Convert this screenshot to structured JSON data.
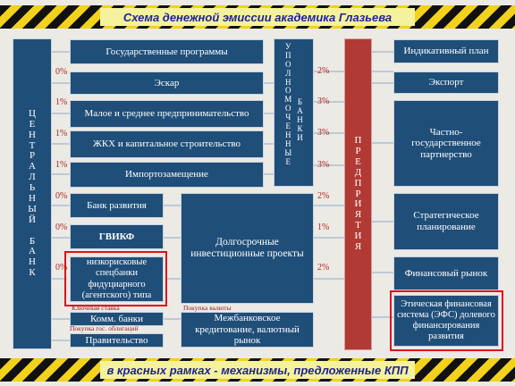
{
  "header": {
    "title": "Схема денежной эмиссии академика Глазьева"
  },
  "footer": {
    "title": "в красных рамках - механизмы, предложенные КПП"
  },
  "central_bank": {
    "label": "ЦЕНТРАЛЬНЫЙ БАНК"
  },
  "middle_programs": [
    {
      "label": "Государственные программы",
      "pct": ""
    },
    {
      "label": "Эскар",
      "pct": "0%"
    },
    {
      "label": "Малое и среднее предпринимательство",
      "pct": "1%"
    },
    {
      "label": "ЖКХ и капитальное строительство",
      "pct": "1%"
    },
    {
      "label": "Импортозамещение",
      "pct": "1%"
    }
  ],
  "authorized_banks": {
    "col1": "УПОЛНОМОЧЕННЫЕ",
    "col2": "БАНКИ"
  },
  "banks_pct": [
    "2%",
    "3%",
    "3%",
    "3%"
  ],
  "enterprises": {
    "label": "ПРЕДПРИЯТИЯ"
  },
  "dev_bank": {
    "label": "Банк развития",
    "pct": "0%"
  },
  "gvikf": {
    "label": "ГВИКФ",
    "pct": "0%"
  },
  "special_banks": {
    "label": "низкорисковые спецбанки фидуциарного (агентского) типа",
    "pct": "0%"
  },
  "long_projects": {
    "label": "Долгосрочные инвестиционные проекты",
    "pct": [
      "2%",
      "1%",
      "2%"
    ]
  },
  "small_labels": {
    "key_rate": "Ключевая ставка",
    "currency_purchase": "Покупка валюты",
    "gov_bonds": "Покупка гос. облигаций"
  },
  "comm_banks": {
    "label": "Комм. банки"
  },
  "government": {
    "label": "Правительство"
  },
  "interbank": {
    "label": "Межбанковское кредитование, валютный рынок"
  },
  "right_column": [
    {
      "label": "Индикативный план"
    },
    {
      "label": "Экспорт"
    },
    {
      "label": "Частно-государственное партнерство"
    },
    {
      "label": "Стратегическое планирование"
    },
    {
      "label": "Финансовый рынок"
    },
    {
      "label": "Этическая финансовая система (ЭФС) долевого финансирования развития"
    }
  ]
}
